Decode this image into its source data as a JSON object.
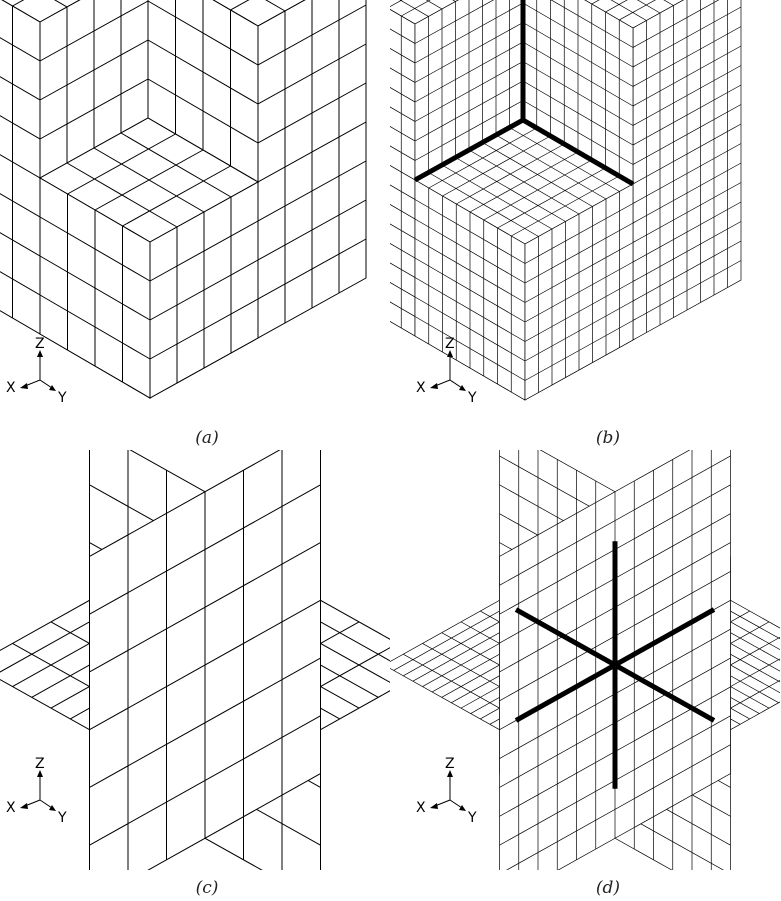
{
  "panels": [
    {
      "caption": "(a)",
      "shape": "cube",
      "refined": false
    },
    {
      "caption": "(b)",
      "shape": "cube",
      "refined": true
    },
    {
      "caption": "(c)",
      "shape": "planes",
      "refined": false
    },
    {
      "caption": "(d)",
      "shape": "planes",
      "refined": true
    }
  ],
  "axes": {
    "z": "Z",
    "x": "X",
    "y": "Y"
  },
  "colors": {
    "line": "#000000",
    "background": "#ffffff"
  }
}
